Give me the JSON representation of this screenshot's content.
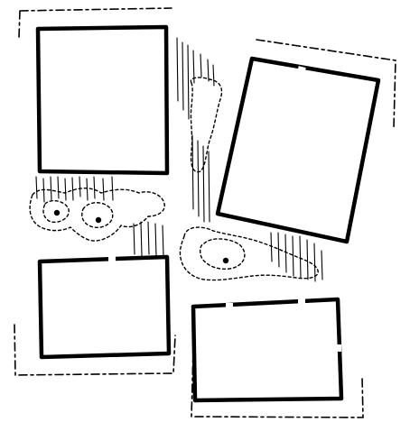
{
  "colors": {
    "background": "#ffffff",
    "ink": "#000000"
  },
  "frames": [
    {
      "name": "frame-top-left",
      "rotation_deg": 0
    },
    {
      "name": "frame-top-right",
      "rotation_deg": 10
    },
    {
      "name": "frame-bottom-left",
      "rotation_deg": 0
    },
    {
      "name": "frame-bottom-right",
      "rotation_deg": 0
    }
  ],
  "cluster_dots": 3
}
